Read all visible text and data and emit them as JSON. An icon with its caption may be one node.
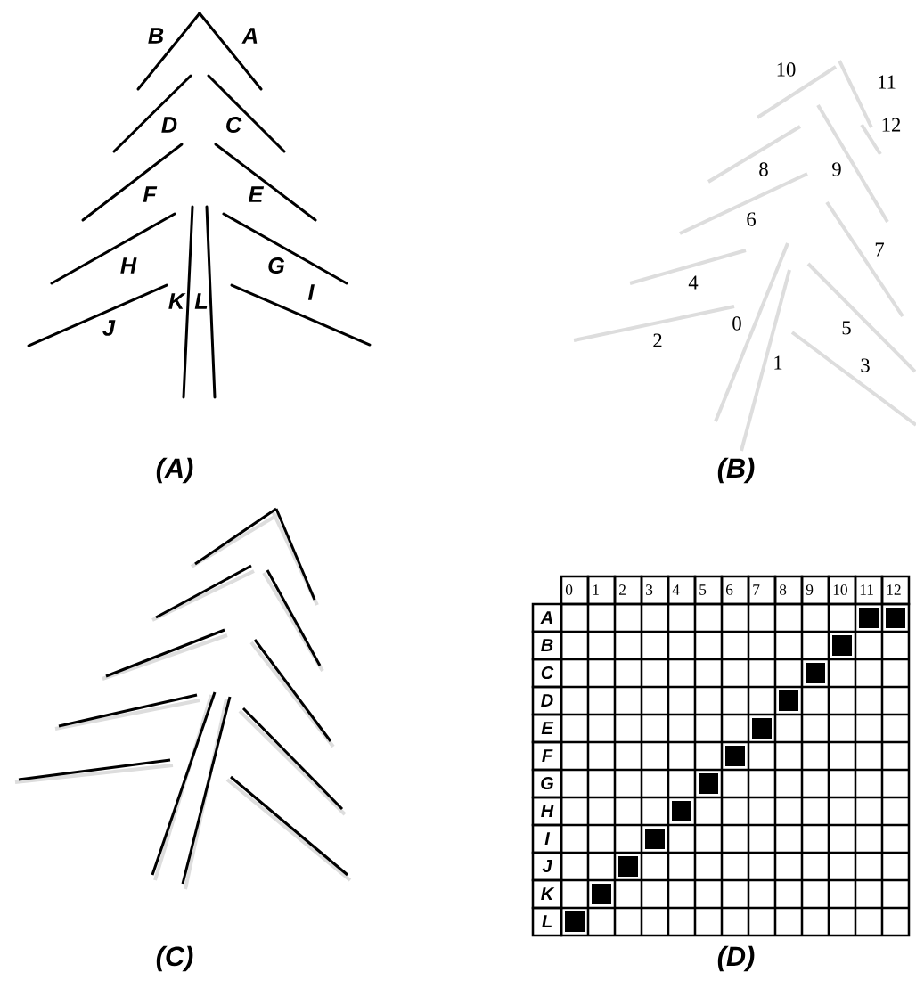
{
  "diagram": {
    "labels": [
      "B",
      "A",
      "D",
      "C",
      "F",
      "E",
      "H",
      "G",
      "K",
      "L",
      "I",
      "J",
      "(A)",
      "10",
      "11",
      "12",
      "8",
      "9",
      "6",
      "7",
      "4",
      "0",
      "2",
      "5",
      "1",
      "3",
      "(B)",
      "(C)",
      "0",
      "1",
      "2",
      "3",
      "4",
      "5",
      "6",
      "7",
      "8",
      "9",
      "10",
      "11",
      "12",
      "A",
      "B",
      "C",
      "D",
      "E",
      "F",
      "G",
      "H",
      "I",
      "J",
      "K",
      "L",
      "(D)"
    ]
  }
}
